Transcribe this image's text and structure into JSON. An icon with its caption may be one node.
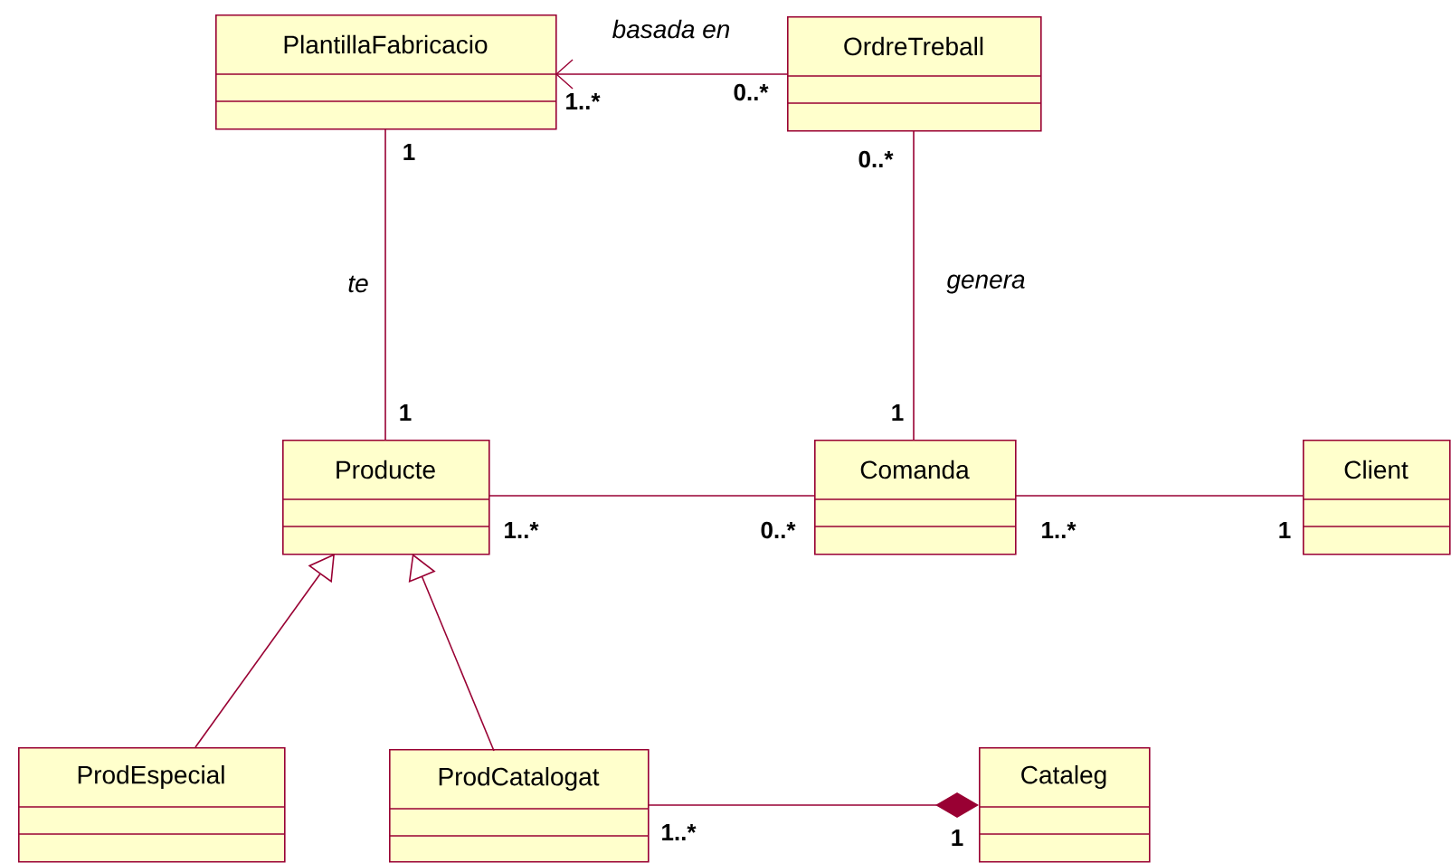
{
  "diagram": {
    "nodes": [
      {
        "text": [
          "PlantillaFabricacio"
        ]
      },
      {
        "text": [
          "OrdreTreball"
        ]
      },
      {
        "text": [
          "Producte"
        ]
      },
      {
        "text": [
          "Comanda"
        ]
      },
      {
        "text": [
          "Client"
        ]
      },
      {
        "text": [
          "ProdEspecial"
        ]
      },
      {
        "text": [
          "ProdCatalogat"
        ]
      },
      {
        "text": [
          "Cataleg"
        ]
      }
    ],
    "edges": [
      {
        "from": 1,
        "to": 0,
        "arrow": "to",
        "label": "basada en"
      },
      {
        "from": 0,
        "to": 2,
        "arrow": "none",
        "label": "te"
      },
      {
        "from": 1,
        "to": 3,
        "arrow": "none",
        "label": "genera"
      },
      {
        "from": 2,
        "to": 3,
        "arrow": "none"
      },
      {
        "from": 3,
        "to": 4,
        "arrow": "none"
      },
      {
        "from": 5,
        "to": 2,
        "arrow": "to"
      },
      {
        "from": 6,
        "to": 2,
        "arrow": "to"
      },
      {
        "from": 6,
        "to": 7,
        "arrow": "other"
      }
    ],
    "labels": [
      "1..*",
      "0..*",
      "1",
      "0..*",
      "1",
      "1",
      "1..*",
      "0..*",
      "1..*",
      "1",
      "1..*",
      "1"
    ]
  }
}
